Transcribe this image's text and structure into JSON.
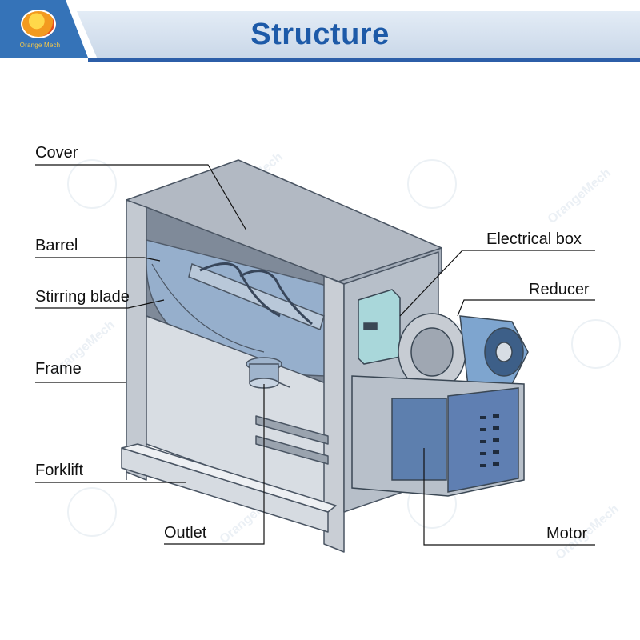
{
  "header": {
    "title": "Structure",
    "logo_text": "Orange Mech",
    "colors": {
      "brand_blue": "#2c5ea8",
      "title_text": "#1d5aa8"
    }
  },
  "labels": {
    "cover": "Cover",
    "barrel": "Barrel",
    "stirring_blade": "Stirring blade",
    "frame": "Frame",
    "forklift": "Forklift",
    "outlet": "Outlet",
    "electrical_box": "Electrical box",
    "reducer": "Reducer",
    "motor": "Motor"
  },
  "watermark": {
    "text": "OrangeMech"
  }
}
